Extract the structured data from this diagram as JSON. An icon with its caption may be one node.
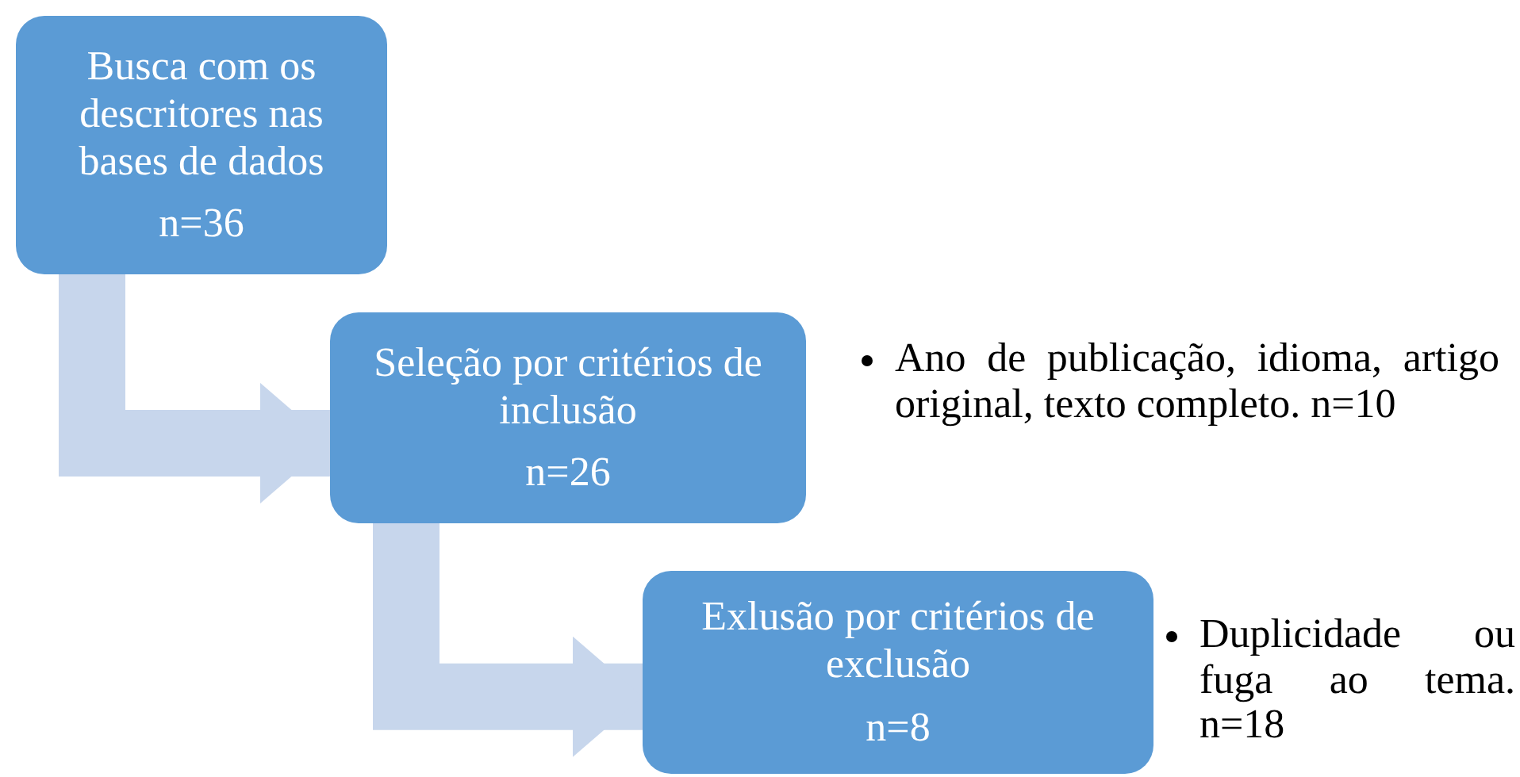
{
  "diagram": {
    "nodes": [
      {
        "text": [
          "Busca com os descritores nas bases de dados",
          "n=36"
        ]
      },
      {
        "text": [
          "Seleção por critérios de inclusão",
          "n=26"
        ],
        "beside": [
          "Ano de publicação, idioma, artigo original, texto completo. n=10"
        ]
      },
      {
        "text": [
          "Exlusão por critérios de exclusão",
          "n=8"
        ],
        "beside": [
          "Duplicidade ou fuga ao tema. n=18"
        ]
      }
    ],
    "edges": [
      {
        "from": 0,
        "to": 1,
        "arrow": "to"
      },
      {
        "from": 1,
        "to": 2,
        "arrow": "to"
      }
    ]
  }
}
